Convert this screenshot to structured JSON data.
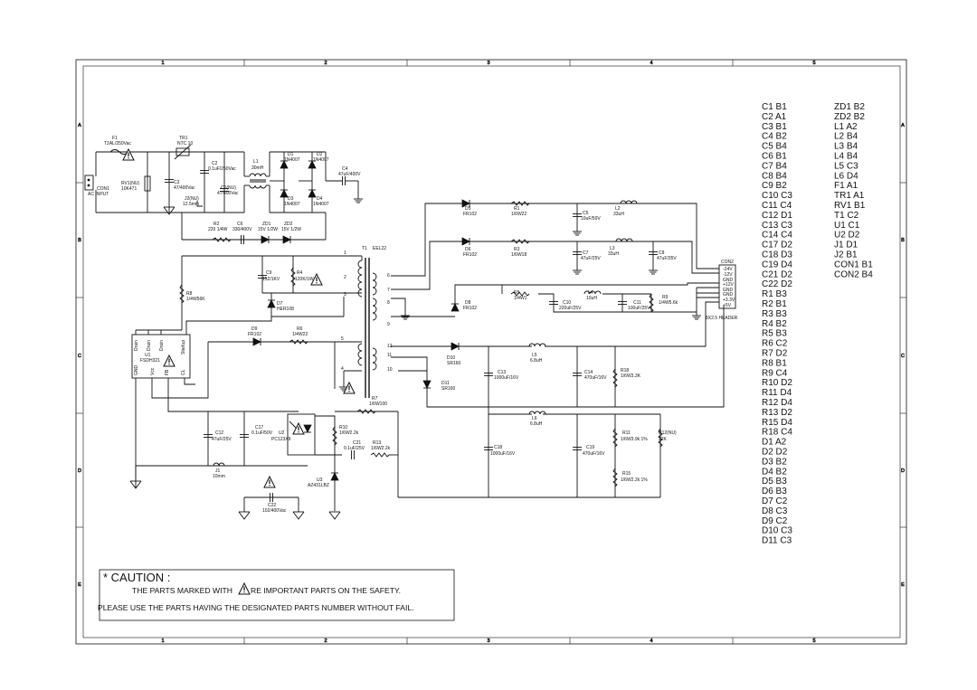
{
  "title_block": {
    "col_numbers": [
      "1",
      "2",
      "3",
      "4",
      "5"
    ],
    "row_letters": [
      "A",
      "B",
      "C",
      "D",
      "E"
    ]
  },
  "components": {
    "F1": [
      "F1",
      "T2AL/250Vac"
    ],
    "TR1": [
      "TR1",
      "NTC 10"
    ],
    "CON1": [
      "CON1",
      "AC INPUT"
    ],
    "RV1": [
      "RV1(NU)",
      "10K471"
    ],
    "C3": [
      "C3",
      "47/400Vac"
    ],
    "C2": [
      "C2",
      "0.1uF/250Vac"
    ],
    "J2": [
      "J2(NU)",
      "12.5mm"
    ],
    "C1": [
      "C1(NU)",
      "47/400Vac"
    ],
    "L1": [
      "L1",
      "30mH"
    ],
    "D1": [
      "D1",
      "1N4007"
    ],
    "D2": [
      "D2",
      "1N4007"
    ],
    "D3": [
      "D3",
      "1N4007"
    ],
    "D4": [
      "D4",
      "1N4007"
    ],
    "C4": [
      "C4",
      "47uF/400V"
    ],
    "R2": [
      "R2",
      "220 1/4W"
    ],
    "C6": [
      "C6",
      "330/400V"
    ],
    "ZD1": [
      "ZD1",
      "15V 1/2W"
    ],
    "ZD2": [
      "ZD2",
      "15V 1/2W"
    ],
    "T1": [
      "T1",
      "EEL22"
    ],
    "C9": [
      "C9",
      "152/1KV"
    ],
    "R4": [
      "R4",
      "120K/1W"
    ],
    "R8": [
      "R8",
      "1/4W56K"
    ],
    "D7": [
      "D7",
      "HER108"
    ],
    "D9": [
      "D9",
      "FR102"
    ],
    "R6": [
      "R6",
      "1/4W22"
    ],
    "U1": [
      "U1",
      "FSDH321"
    ],
    "U1_pins": [
      "Drain",
      "Drain",
      "Drain",
      "Startup",
      "GND",
      "Vcc",
      "FB",
      "CL"
    ],
    "D5": [
      "D5",
      "FR102"
    ],
    "R1": [
      "R1",
      "1/6W22"
    ],
    "C5": [
      "C5",
      "10uF/50V"
    ],
    "L2": [
      "L2",
      "33uH"
    ],
    "D6": [
      "D6",
      "FR102"
    ],
    "R3": [
      "R3",
      "1/6W18"
    ],
    "C7": [
      "C7",
      "47uF/25V"
    ],
    "L3": [
      "L3",
      "33uH"
    ],
    "C8": [
      "C8",
      "47uF/35V"
    ],
    "D8": [
      "D8",
      "FR102"
    ],
    "R5": [
      "R5",
      "1/4W1"
    ],
    "C10": [
      "C10",
      "220uF/25V"
    ],
    "L4": [
      "L4",
      "10uH"
    ],
    "C11": [
      "C11",
      "100uF/25V"
    ],
    "R9": [
      "R9",
      "1/4W5.6k"
    ],
    "CON2": [
      "CON2",
      "8X2.5 HEADER"
    ],
    "CON2_pins": [
      "-24V",
      "-12V",
      "GND",
      "+12V",
      "GND",
      "GND",
      "+3.3V",
      "+5V"
    ],
    "D10": [
      "D10",
      "SR160"
    ],
    "L5": [
      "L5",
      "6.8uH"
    ],
    "C13": [
      "C13",
      "1000uF/16V"
    ],
    "C14": [
      "C14",
      "470uF/16V"
    ],
    "R18": [
      "R18",
      "1/6W3.3K"
    ],
    "D11": [
      "D11",
      "SR160"
    ],
    "R7": [
      "R7",
      "1/6W100"
    ],
    "C12": [
      "C12",
      "47uF/25V"
    ],
    "C17": [
      "C17",
      "0.1uF/50V"
    ],
    "U2": [
      "U2",
      "PC123X9"
    ],
    "R10": [
      "R10",
      "1/6W2.2k"
    ],
    "C21": [
      "C21",
      "0.1uF/25V"
    ],
    "R13": [
      "R13",
      "1/6W2.2k"
    ],
    "L6": [
      "L6",
      "6.8uH"
    ],
    "C18": [
      "C18",
      "1000uF/16V"
    ],
    "C19": [
      "C19",
      "470uF/16V"
    ],
    "R11": [
      "R11",
      "1/6W3.9k 1%"
    ],
    "R12": [
      "R12(NU)",
      "22K"
    ],
    "R15": [
      "R15",
      "1/6W2.2k 1%"
    ],
    "J1": [
      "J1",
      "10mm"
    ],
    "U3": [
      "U3",
      "AZ431LBZ"
    ],
    "C22": [
      "C22",
      "102/400Vac"
    ]
  },
  "parts_location": {
    "col1": [
      "C1  B1",
      "C2  A1",
      "C3  B1",
      "C4  B2",
      "C5  B4",
      "C6  B1",
      "C7  B4",
      "C8  B4",
      "C9  B2",
      "C10  C3",
      "C11  C4",
      "C12  D1",
      "C13  C3",
      "C14  C4",
      "C17  D2",
      "C18  D3",
      "C19  D4",
      "C21  D2",
      "C22  D2",
      "R1  B3",
      "R2  B1",
      "R3  B3",
      "R4  B2",
      "R5  B3",
      "R6  C2",
      "R7  D2",
      "R8  B1",
      "R9  C4",
      "R10  D2",
      "R11  D4",
      "R12  D4",
      "R13  D2",
      "R15  D4",
      "R18  C4",
      "D1  A2",
      "D2  D2",
      "D3  B2",
      "D4  B2",
      "D5  B3",
      "D6  B3",
      "D7  C2",
      "D8  C3",
      "D9  C2",
      "D10  C3",
      "D11  C3"
    ],
    "col2": [
      "ZD1  B2",
      "ZD2  B2",
      "L1  A2",
      "L2  B4",
      "L3  B4",
      "L4  B4",
      "L5  C3",
      "L6  D4",
      "F1  A1",
      "TR1  A1",
      "RV1  B1",
      "T1  C2",
      "U1  C1",
      "U2  D2",
      "J1  D1",
      "J2  B1",
      "CON1  B1",
      "CON2  B4"
    ]
  },
  "caution": {
    "heading": "* CAUTION :",
    "line1_a": "THE PARTS MARKED WITH",
    "line1_b": "RE IMPORTANT PARTS ON THE SAFETY.",
    "line2": "PLEASE USE THE PARTS HAVING THE DESIGNATED PARTS NUMBER WITHOUT FAIL."
  },
  "safety_mark": "!"
}
